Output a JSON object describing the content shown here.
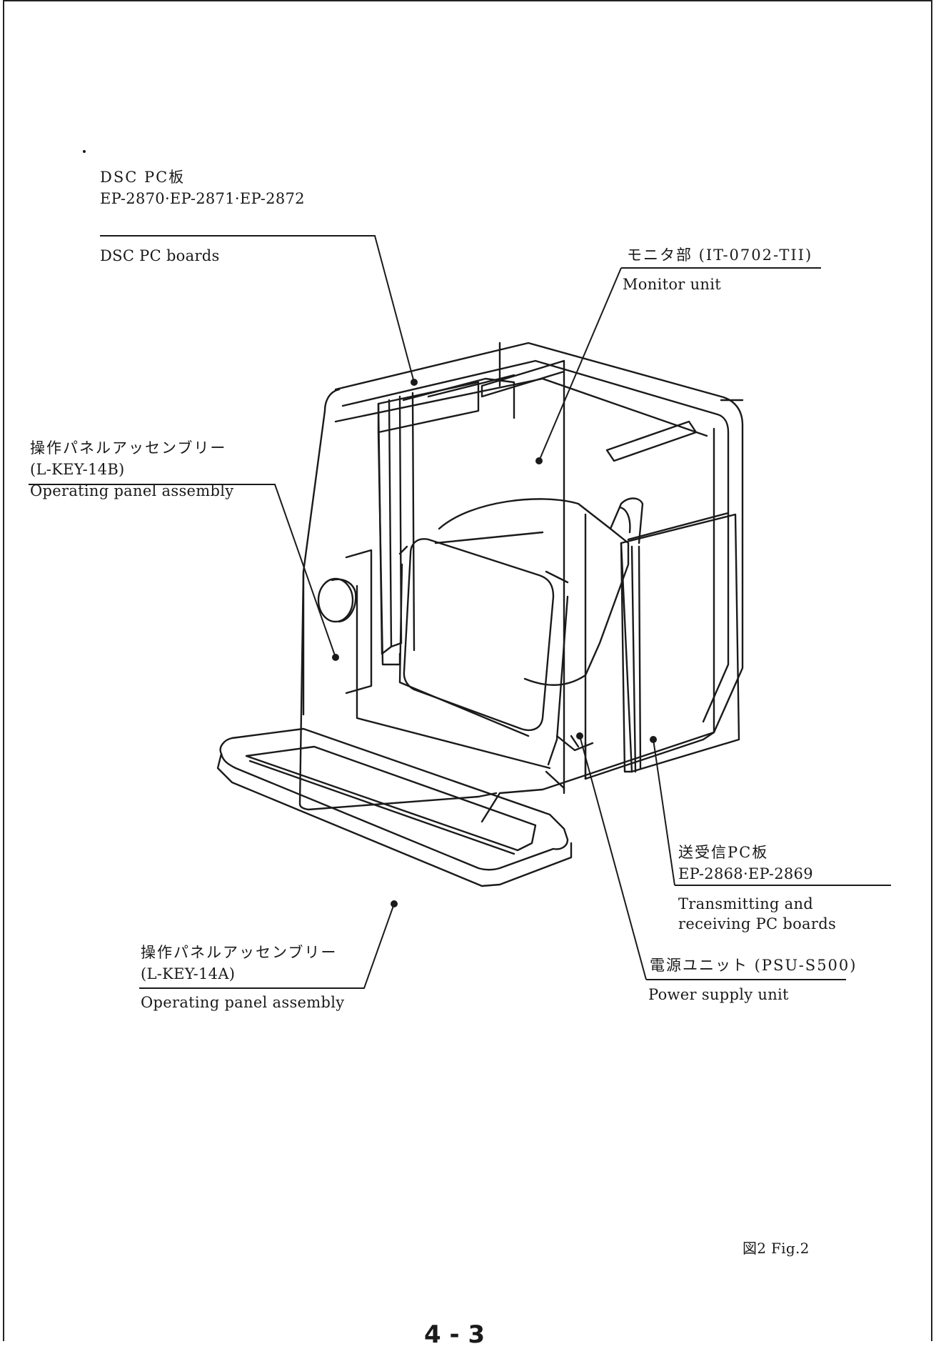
{
  "labels": {
    "dsc": {
      "jp": "DSC PC板",
      "model": "EP-2870·EP-2871·EP-2872",
      "en": "DSC PC boards"
    },
    "monitor": {
      "jp": "モニタ部 (IT-0702-TII)",
      "en": "Monitor unit"
    },
    "panel_b": {
      "jp": "操作パネルアッセンブリー",
      "model": "(L-KEY-14B)",
      "en": "Operating panel assembly"
    },
    "panel_a": {
      "jp": "操作パネルアッセンブリー",
      "model": "(L-KEY-14A)",
      "en": "Operating panel assembly"
    },
    "txrx": {
      "jp": "送受信PC板",
      "model": "EP-2868·EP-2869",
      "en1": "Transmitting and",
      "en2": "receiving PC boards"
    },
    "psu": {
      "jp": "電源ユニット (PSU-S500)",
      "en": "Power supply unit"
    }
  },
  "figure_caption": "図2 Fig.2",
  "page_number": "4 - 3"
}
